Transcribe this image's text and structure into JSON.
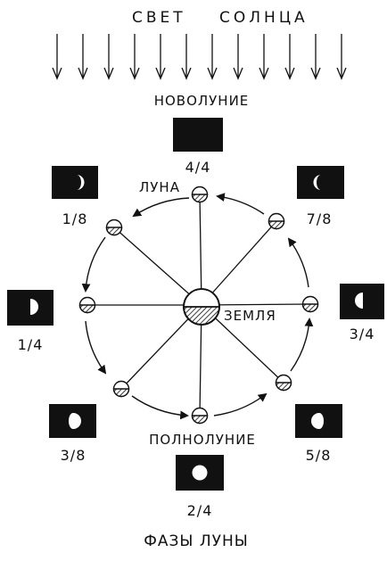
{
  "sunlight_label": [
    "СВЕТ",
    "СОЛНЦА"
  ],
  "earth_label": "ЗЕМЛЯ",
  "moon_label": "ЛУНА",
  "new_moon_label": "НОВОЛУНИЕ",
  "full_moon_label": "ПОЛНОЛУНИЕ",
  "title": "ФАЗЫ ЛУНЫ",
  "phases": [
    {
      "id": "4-4",
      "fraction": "4/4"
    },
    {
      "id": "1-8",
      "fraction": "1/8"
    },
    {
      "id": "7-8",
      "fraction": "7/8"
    },
    {
      "id": "1-4",
      "fraction": "1/4"
    },
    {
      "id": "3-4",
      "fraction": "3/4"
    },
    {
      "id": "3-8",
      "fraction": "3/8"
    },
    {
      "id": "5-8",
      "fraction": "5/8"
    },
    {
      "id": "2-4",
      "fraction": "2/4"
    }
  ],
  "colors": {
    "ink": "#111111",
    "paper": "#ffffff"
  }
}
